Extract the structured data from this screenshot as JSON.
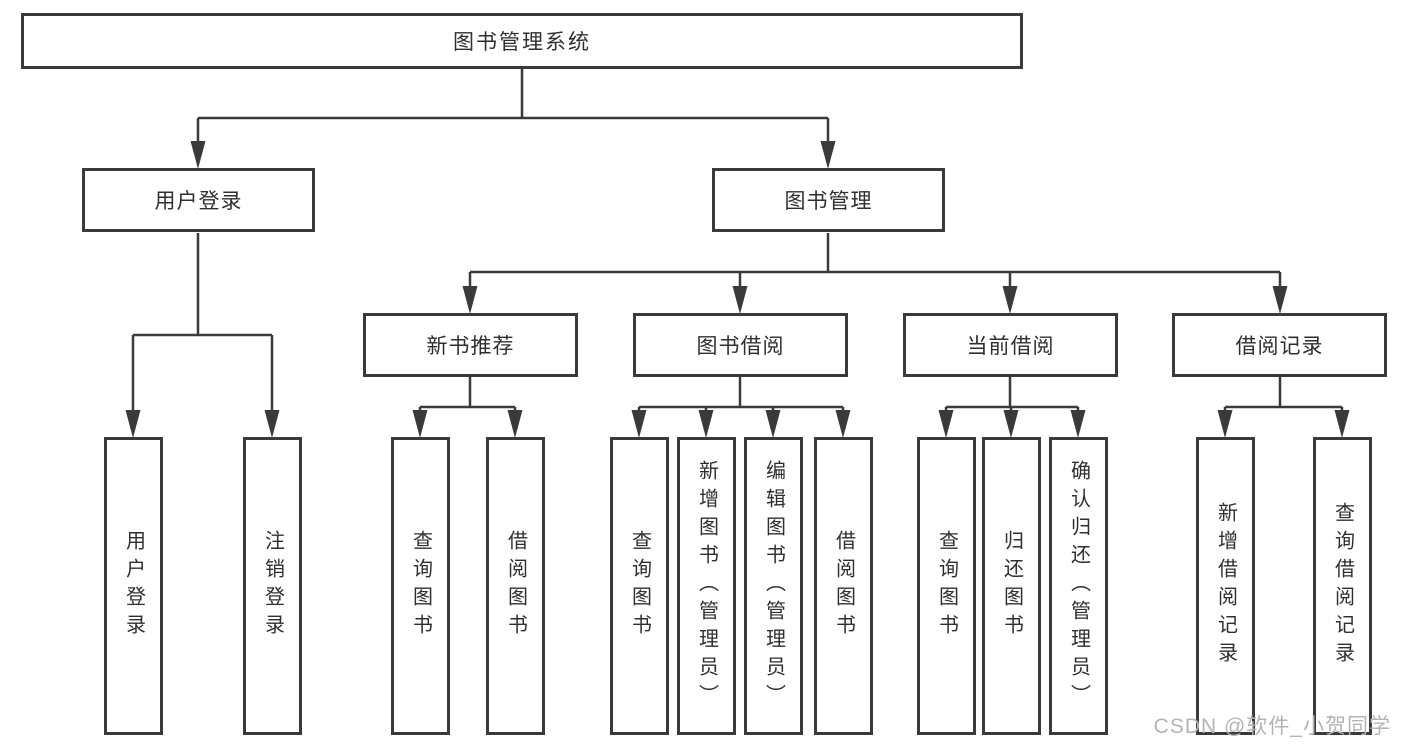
{
  "diagram": {
    "title": {
      "label": "图书管理系统"
    },
    "level2": [
      {
        "label": "用户登录"
      },
      {
        "label": "图书管理"
      }
    ],
    "level3": [
      {
        "label": "新书推荐"
      },
      {
        "label": "图书借阅"
      },
      {
        "label": "当前借阅"
      },
      {
        "label": "借阅记录"
      }
    ],
    "leaves": [
      {
        "label": "用户登录",
        "parent": "用户登录"
      },
      {
        "label": "注销登录",
        "parent": "用户登录"
      },
      {
        "label": "查询图书",
        "parent": "新书推荐"
      },
      {
        "label": "借阅图书",
        "parent": "新书推荐"
      },
      {
        "label": "查询图书",
        "parent": "图书借阅"
      },
      {
        "label": "新增图书（管理员）",
        "parent": "图书借阅"
      },
      {
        "label": "编辑图书（管理员）",
        "parent": "图书借阅"
      },
      {
        "label": "借阅图书",
        "parent": "图书借阅"
      },
      {
        "label": "查询图书",
        "parent": "当前借阅"
      },
      {
        "label": "归还图书",
        "parent": "当前借阅"
      },
      {
        "label": "确认归还（管理员）",
        "parent": "当前借阅"
      },
      {
        "label": "新增借阅记录",
        "parent": "借阅记录"
      },
      {
        "label": "查询借阅记录",
        "parent": "借阅记录"
      }
    ],
    "colors": {
      "line": "#3a3a3a",
      "border": "#3a3a3a",
      "text": "#2f2f2f",
      "background": "#ffffff",
      "watermark": "#b4b4b4"
    }
  },
  "watermark": {
    "text": "CSDN @软件_小贺同学"
  }
}
